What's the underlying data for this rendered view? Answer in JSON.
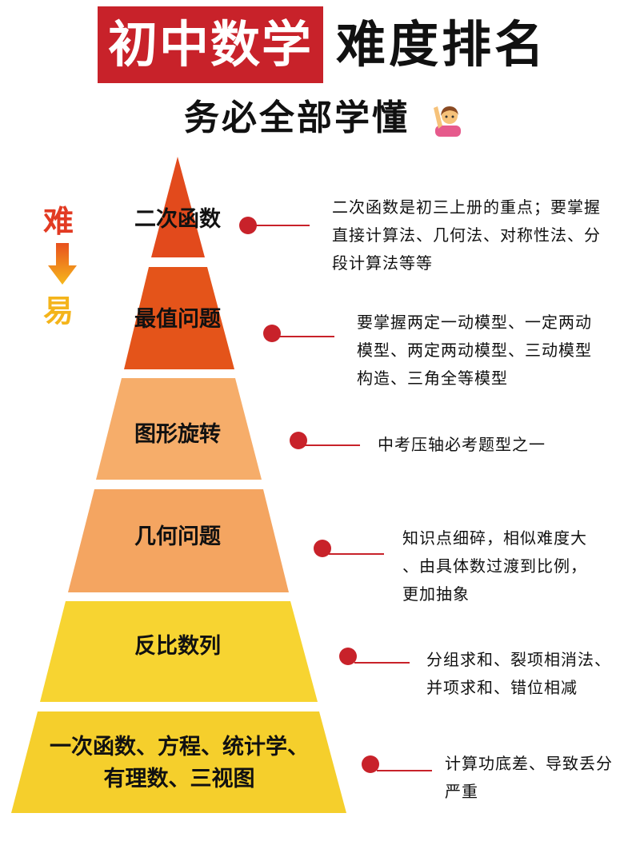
{
  "header": {
    "title_part1": "初中数学",
    "title_part2": "难度排名",
    "subtitle": "务必全部学懂",
    "subtitle_icon": "person-raising-hand-icon"
  },
  "legend": {
    "hard": "难",
    "easy": "易",
    "arrow_icon": "arrow-down-icon"
  },
  "colors": {
    "title_bg": "#c8222a",
    "tier1": "#e24a1c",
    "tier2": "#e4541a",
    "tier3": "#f6ad6a",
    "tier4": "#f4a561",
    "tier5": "#f7d431",
    "tier6": "#f5cf2c",
    "bullet": "#c8222a"
  },
  "tiers": [
    {
      "label": "二次函数",
      "desc": "二次函数是初三上册的重点；要掌握\n直接计算法、几何法、对称性法、分\n段计算法等等"
    },
    {
      "label": "最值问题",
      "desc": "要掌握两定一动模型、一定两动\n模型、两定两动模型、三动模型\n构造、三角全等模型"
    },
    {
      "label": "图形旋转",
      "desc": "中考压轴必考题型之一"
    },
    {
      "label": "几何问题",
      "desc": "知识点细碎，相似难度大\n、由具体数过渡到比例，\n更加抽象"
    },
    {
      "label": "反比数列",
      "desc": "分组求和、裂项相消法、\n并项求和、错位相减"
    },
    {
      "label": "一次函数、方程、统计学、\n有理数、三视图",
      "desc": "计算功底差、导致丢分\n严重"
    }
  ]
}
